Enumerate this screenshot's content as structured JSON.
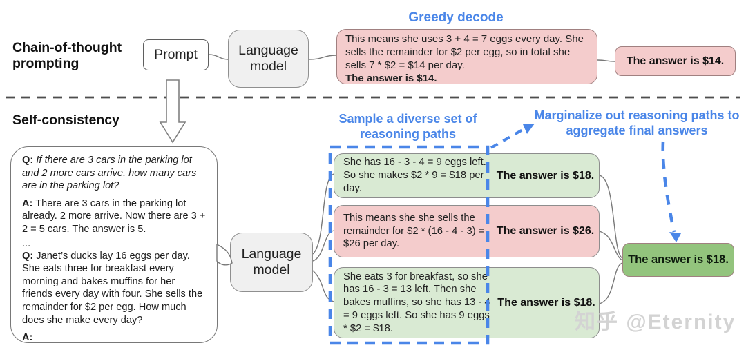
{
  "colors": {
    "accent_blue": "#4a86e8",
    "pink": "#f4cccc",
    "light_green": "#d9ead3",
    "strong_green": "#93c47d",
    "lm_gray": "#f0f0f0"
  },
  "cot": {
    "section_label": "Chain-of-thought prompting",
    "prompt_label": "Prompt",
    "lm_label": "Language model",
    "decode_label": "Greedy decode",
    "output_body": "This means she uses 3 + 4 = 7 eggs every day. She sells the remainder for $2 per egg, so in total she sells 7 * $2 = $14 per day.",
    "output_answer": "The answer is $14.",
    "final_answer": "The answer is $14."
  },
  "sc": {
    "section_label": "Self-consistency",
    "lm_label": "Language model",
    "sample_label": "Sample a diverse set of reasoning paths",
    "marginalize_label": "Marginalize out reasoning paths to aggregate final answers",
    "prompt": {
      "q1_prefix": "Q:",
      "q1_text": "If there are 3 cars in the parking lot and 2 more cars arrive, how many cars are in the parking lot?",
      "a1_prefix": "A:",
      "a1_text": "There are 3 cars in the parking lot already. 2 more arrive. Now there are 3 + 2 = 5 cars. The answer is 5.",
      "ellipsis": "...",
      "q2_prefix": "Q:",
      "q2_text": "Janet’s ducks lay 16 eggs per day. She eats three for breakfast every morning and bakes muffins for her friends every day with four. She sells the remainder for $2 per egg. How much does she make every day?",
      "a2_prefix": "A:"
    },
    "paths": [
      {
        "reasoning": "She has 16 - 3 - 4 = 9 eggs left. So she makes $2 * 9 = $18 per day.",
        "answer": "The answer is $18."
      },
      {
        "reasoning": "This means she she sells the remainder for $2 * (16 - 4 - 3) = $26 per day.",
        "answer": "The answer is $26."
      },
      {
        "reasoning": "She eats 3 for breakfast, so she has 16 - 3 = 13 left. Then she bakes muffins, so she has 13 - 4 = 9 eggs left. So she has 9 eggs * $2 = $18.",
        "answer": "The answer is $18."
      }
    ],
    "final_answer": "The answer is $18."
  },
  "watermark": "知乎 @Eternity"
}
